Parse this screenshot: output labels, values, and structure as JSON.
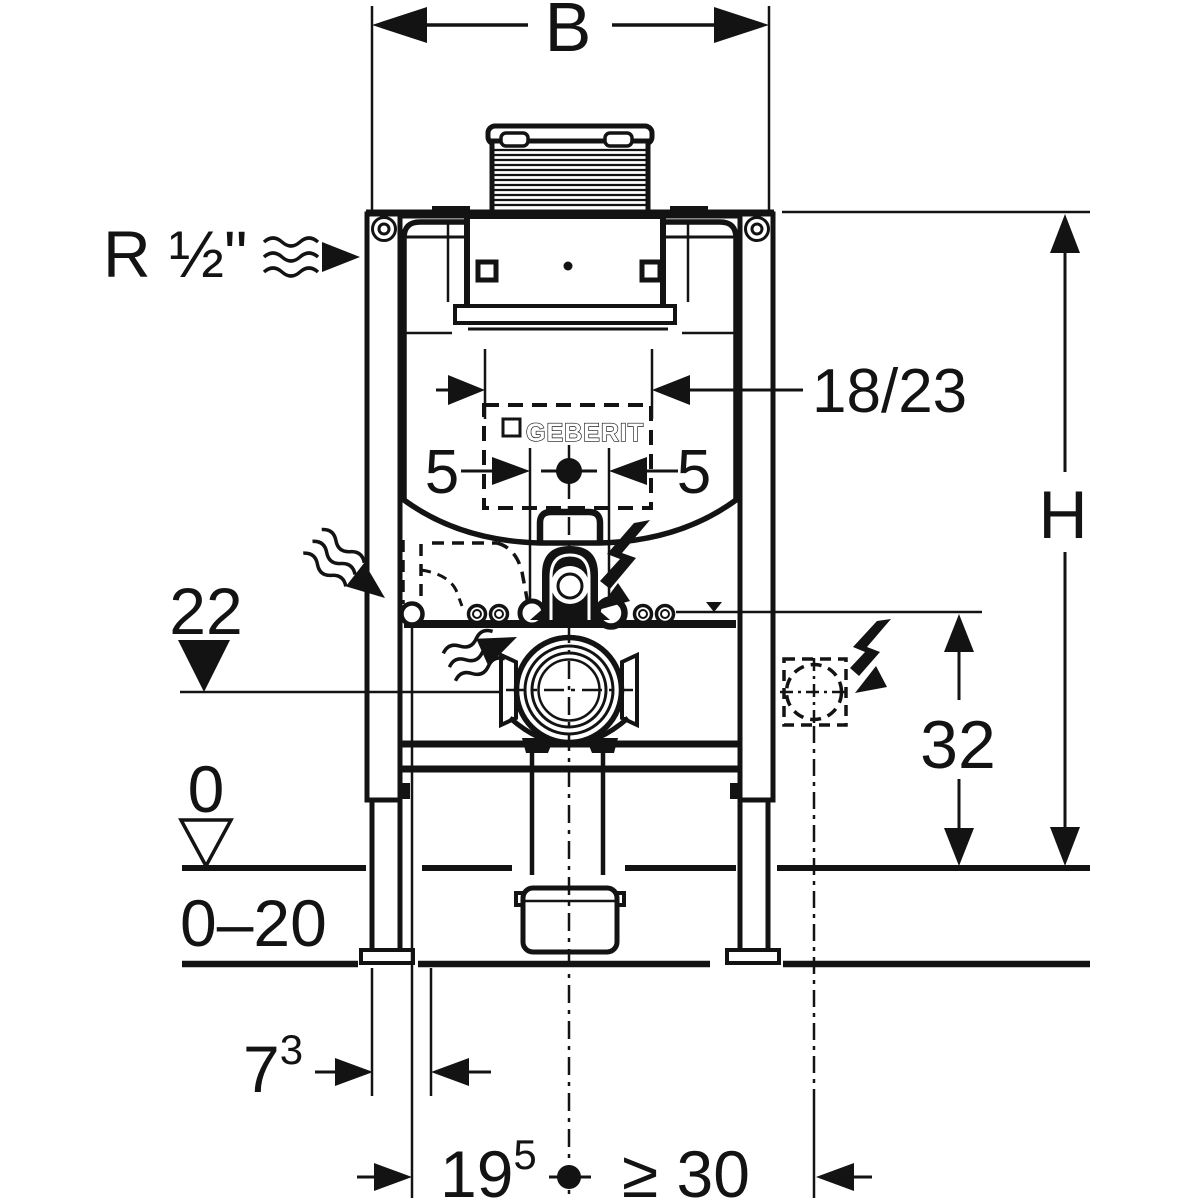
{
  "brand_logo": "GEBERIT",
  "dimensions": {
    "frame_width": "B",
    "frame_height": "H",
    "water_supply": "R ½\"",
    "flush_plate_depth": "18/23",
    "offset_left": "5",
    "offset_right": "5",
    "outlet_level": "22",
    "electrical_height": "32",
    "finished_floor_level": "0",
    "floor_adjust_range": "0–20",
    "foot_width": {
      "base": "7",
      "sup": "3"
    },
    "bolt_to_center": {
      "base": "19",
      "sup": "5"
    },
    "min_side_clearance": "≥ 30"
  },
  "colors": {
    "line": "#131313",
    "background": "#ffffff"
  }
}
